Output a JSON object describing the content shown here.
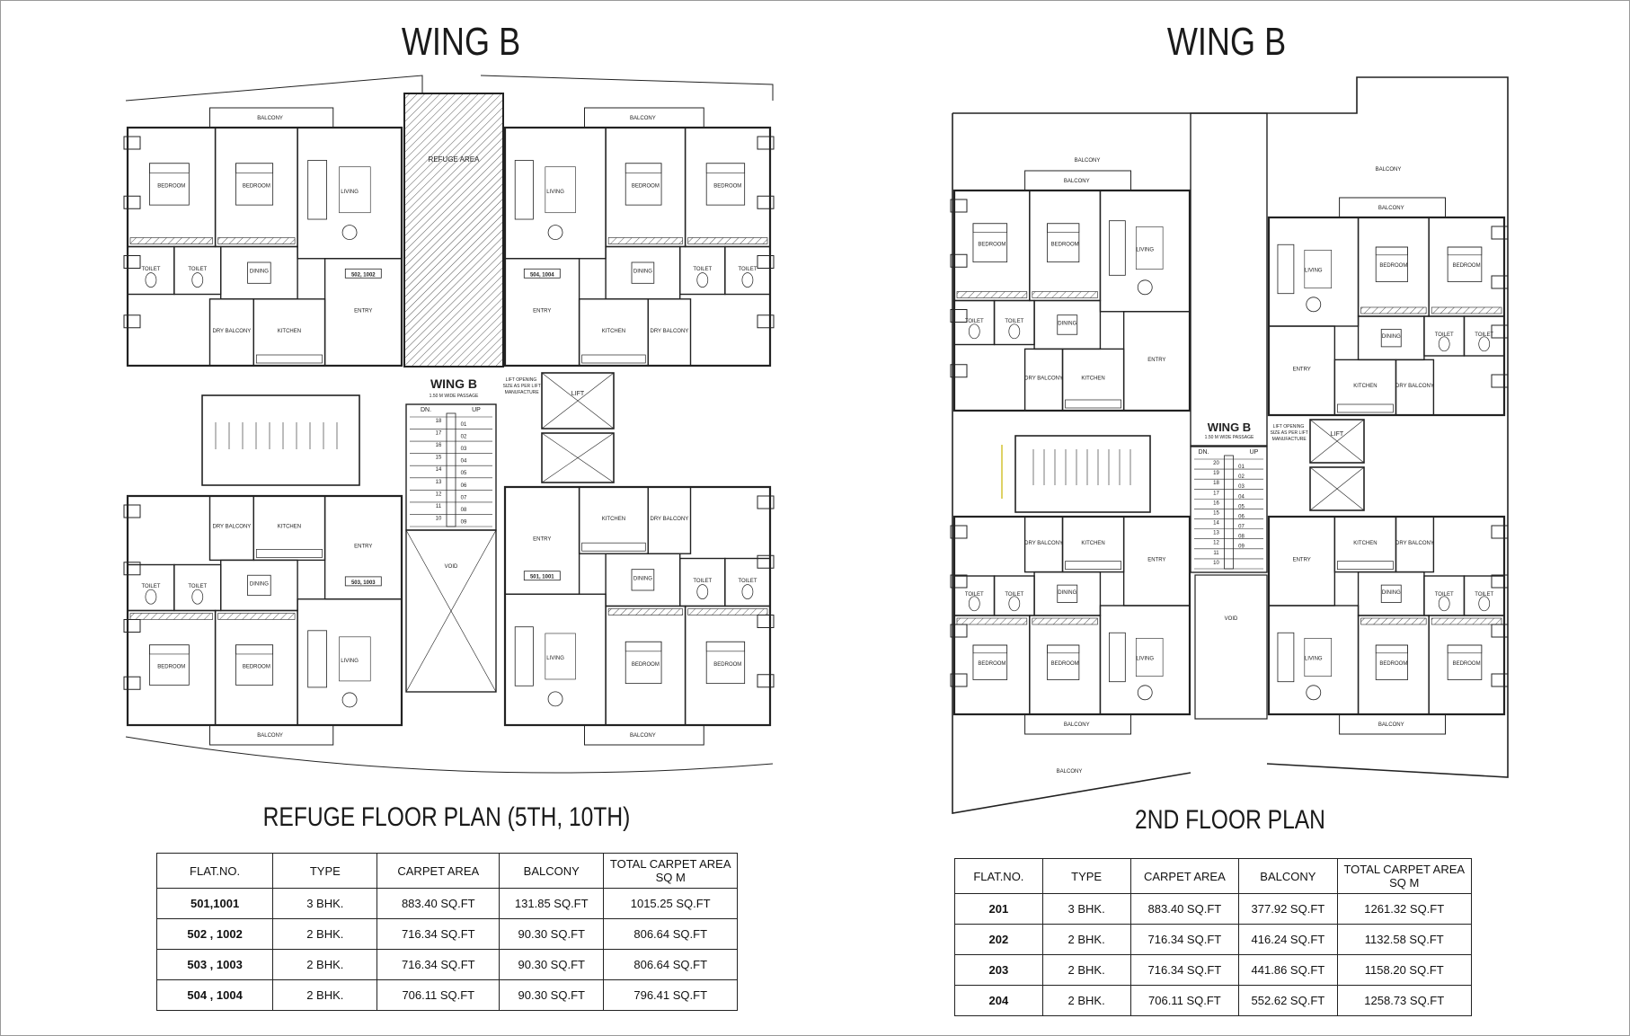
{
  "left": {
    "wing_title": "WING B",
    "plan_title": "REFUGE FLOOR PLAN  (5TH, 10TH)",
    "core": {
      "wing": "WING B",
      "passage": "1.50 M WIDE PASSAGE",
      "dn": "DN.",
      "up": "UP",
      "refuge": "REFUGE AREA",
      "lift": "LIFT",
      "void": "VOID",
      "lift_note": "LIFT OPENING SIZE AS PER LIFT MANUFACTURE"
    },
    "stair_down": [
      "18",
      "17",
      "16",
      "15",
      "14",
      "13",
      "12",
      "11",
      "10"
    ],
    "stair_up": [
      "01",
      "02",
      "03",
      "04",
      "05",
      "06",
      "07",
      "08",
      "09"
    ],
    "flat_tags": [
      "502, 1002",
      "504, 1004",
      "503, 1003",
      "501, 1001"
    ],
    "table": {
      "headers": [
        "FLAT.NO.",
        "TYPE",
        "CARPET AREA",
        "BALCONY",
        "TOTAL CARPET AREA SQ M"
      ],
      "rows": [
        [
          "501,1001",
          "3 BHK.",
          "883.40 SQ.FT",
          "131.85 SQ.FT",
          "1015.25 SQ.FT"
        ],
        [
          "502 , 1002",
          "2 BHK.",
          "716.34 SQ.FT",
          "90.30 SQ.FT",
          "806.64 SQ.FT"
        ],
        [
          "503 , 1003",
          "2 BHK.",
          "716.34 SQ.FT",
          "90.30 SQ.FT",
          "806.64 SQ.FT"
        ],
        [
          "504 , 1004",
          "2 BHK.",
          "706.11 SQ.FT",
          "90.30 SQ.FT",
          "796.41 SQ.FT"
        ]
      ]
    }
  },
  "right": {
    "wing_title": "WING B",
    "plan_title": "2ND FLOOR PLAN",
    "core": {
      "wing": "WING B",
      "passage": "1.50 M WIDE PASSAGE",
      "dn": "DN.",
      "up": "UP",
      "lift": "LIFT",
      "void": "VOID",
      "balcony": "BALCONY",
      "lift_note": "LIFT OPENING SIZE AS PER LIFT MANUFACTURE"
    },
    "stair_down": [
      "20",
      "19",
      "18",
      "17",
      "16",
      "15",
      "14",
      "13",
      "12",
      "11",
      "10"
    ],
    "stair_up": [
      "01",
      "02",
      "03",
      "04",
      "05",
      "06",
      "07",
      "08",
      "09"
    ],
    "table": {
      "headers": [
        "FLAT.NO.",
        "TYPE",
        "CARPET AREA",
        "BALCONY",
        "TOTAL CARPET AREA SQ M"
      ],
      "rows": [
        [
          "201",
          "3 BHK.",
          "883.40 SQ.FT",
          "377.92 SQ.FT",
          "1261.32 SQ.FT"
        ],
        [
          "202",
          "2 BHK.",
          "716.34 SQ.FT",
          "416.24 SQ.FT",
          "1132.58 SQ.FT"
        ],
        [
          "203",
          "2 BHK.",
          "716.34 SQ.FT",
          "441.86 SQ.FT",
          "1158.20 SQ.FT"
        ],
        [
          "204",
          "2 BHK.",
          "706.11 SQ.FT",
          "552.62 SQ.FT",
          "1258.73 SQ.FT"
        ]
      ]
    }
  },
  "rooms": [
    "BEDROOM",
    "BEDROOM",
    "LIVING",
    "TOILET",
    "TOILET",
    "DINING",
    "DRY BALCONY",
    "KITCHEN",
    "ENTRY",
    "BALCONY"
  ],
  "colors": {
    "line": "#222222",
    "hatch": "#555555",
    "accent": "#c8b400"
  }
}
